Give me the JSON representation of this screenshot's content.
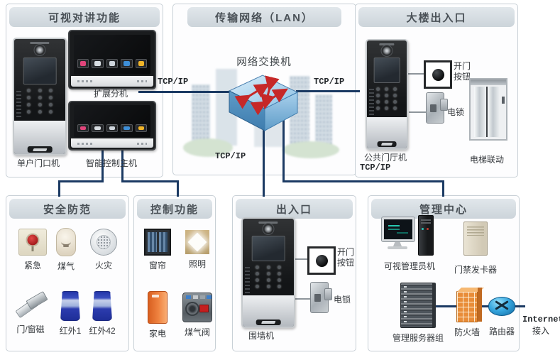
{
  "colors": {
    "line_navy": "#1b3a63",
    "header_bg": "#d4dbe1",
    "switch_blue": "#8cc0e4",
    "arrow_red": "#c62828"
  },
  "tcp_ip": "TCP/IP",
  "internet": {
    "line1": "Internet",
    "line2": "接入"
  },
  "sections": {
    "intercom": {
      "title": "可视对讲功能",
      "door_station": "单户门口机",
      "extension": "扩展分机",
      "control_host": "智能控制主机"
    },
    "network": {
      "title": "传输网络（LAN）",
      "switch": "网络交换机"
    },
    "building_entrance": {
      "title": "大楼出入口",
      "door_station": "公共门厅机",
      "open_button": "开门按钮",
      "lock": "电锁",
      "elevator": "电梯联动"
    },
    "security": {
      "title": "安全防范",
      "items": [
        {
          "label": "紧急"
        },
        {
          "label": "煤气"
        },
        {
          "label": "火灾"
        },
        {
          "label": "门/窗磁"
        },
        {
          "label": "红外1"
        },
        {
          "label": "红外42"
        }
      ]
    },
    "control": {
      "title": "控制功能",
      "items": [
        {
          "label": "窗帘"
        },
        {
          "label": "照明"
        },
        {
          "label": "家电"
        },
        {
          "label": "煤气阀"
        }
      ]
    },
    "entrance": {
      "title": "出入口",
      "door_station": "围墙机",
      "open_button": "开门按钮",
      "lock": "电锁"
    },
    "management": {
      "title": "管理中心",
      "admin_pc": "可视管理员机",
      "card_issuer": "门禁发卡器",
      "server_group": "管理服务器组",
      "firewall": "防火墙",
      "router": "路由器"
    }
  }
}
